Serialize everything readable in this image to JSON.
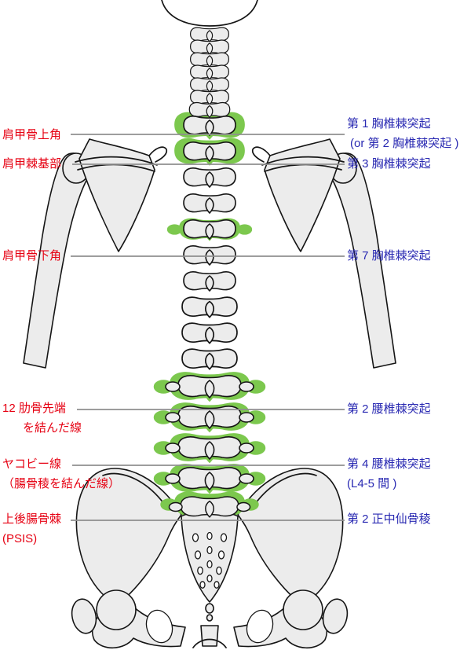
{
  "diagram": {
    "type": "posterior-spine-landmarks",
    "colors": {
      "red": "#e60012",
      "blue": "#2929b2",
      "green": "#7cc84e",
      "bone": "#ececec",
      "line": "#8f8f8f",
      "outline": "#151515"
    },
    "labels_left": [
      {
        "line1": "肩甲骨上角",
        "line2": ""
      },
      {
        "line1": "肩甲棘基部",
        "line2": ""
      },
      {
        "line1": "肩甲骨下角",
        "line2": ""
      },
      {
        "line1": "12 肋骨先端",
        "line2": "を結んだ線"
      },
      {
        "line1": "ヤコビー線",
        "line2": "（腸骨稜を結んだ線）"
      },
      {
        "line1": "上後腸骨棘",
        "line2": "(PSIS)"
      }
    ],
    "labels_right": [
      {
        "line1": "第 1 胸椎棘突起",
        "line2": "(or 第 2 胸椎棘突起 )"
      },
      {
        "line1": "第 3 胸椎棘突起",
        "line2": ""
      },
      {
        "line1": "第 7 胸椎棘突起",
        "line2": ""
      },
      {
        "line1": "第 2 腰椎棘突起",
        "line2": ""
      },
      {
        "line1": "第 4 腰椎棘突起",
        "line2": "(L4-5 間 )"
      },
      {
        "line1": "第 2 正中仙骨稜",
        "line2": ""
      }
    ]
  }
}
